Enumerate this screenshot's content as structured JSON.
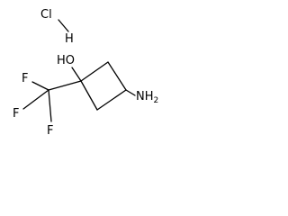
{
  "molecule": {
    "salt": {
      "cl": "Cl",
      "h": "H"
    },
    "atoms": {
      "hydroxyl": "HO",
      "amine": "NH",
      "amine_subscript": "2",
      "fluorine_1": "F",
      "fluorine_2": "F",
      "fluorine_3": "F"
    }
  }
}
